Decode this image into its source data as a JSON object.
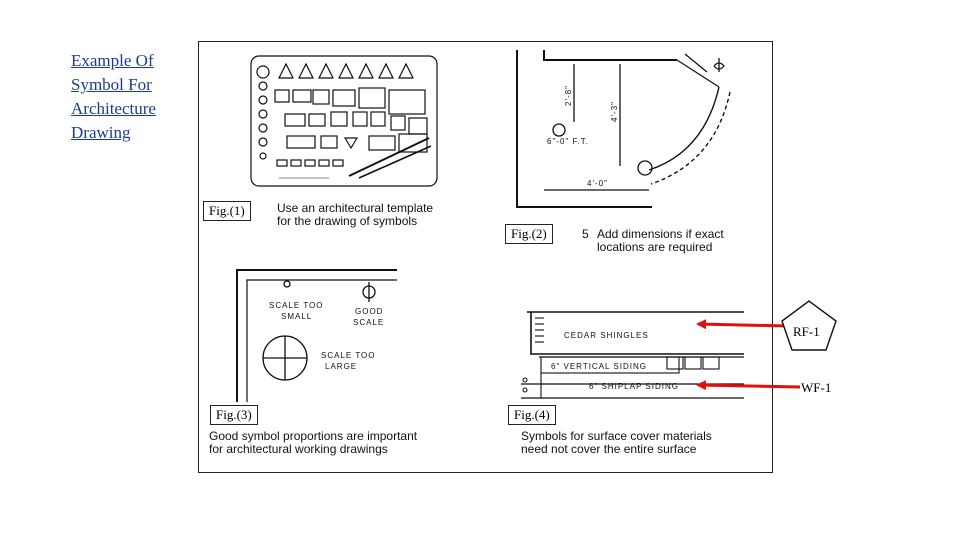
{
  "title": {
    "line1": "Example Of",
    "line2": "Symbol For",
    "line3": "Architecture",
    "line4": "Drawing"
  },
  "figures": {
    "fig1": {
      "label": "Fig.(1)",
      "caption1": "Use an architectural template",
      "caption2": "for the drawing of symbols"
    },
    "fig2": {
      "label": "Fig.(2)",
      "caption_num": "5",
      "caption1": "Add dimensions if exact",
      "caption2": "locations are required",
      "dim_a": "2'-8\"",
      "dim_b": "4'-3\"",
      "dim_c": "6\"-0\" F.T.",
      "dim_d": "4'-0\""
    },
    "fig3": {
      "label": "Fig.(3)",
      "caption1": "Good symbol proportions are important",
      "caption2": "for architectural working drawings",
      "scale_too_small_1": "SCALE TOO",
      "scale_too_small_2": "SMALL",
      "good_scale_1": "GOOD",
      "good_scale_2": "SCALE",
      "scale_too_large_1": "SCALE TOO",
      "scale_too_large_2": "LARGE"
    },
    "fig4": {
      "label": "Fig.(4)",
      "caption1": "Symbols for surface cover materials",
      "caption2": "need not cover the entire surface",
      "mat1": "CEDAR SHINGLES",
      "mat2": "6\" VERTICAL SIDING",
      "mat3": "6\" SHIPLAP SIDING"
    }
  },
  "annotations": {
    "rf": "RF-1",
    "wf": "WF-1",
    "arrow_color": "#e01010"
  }
}
